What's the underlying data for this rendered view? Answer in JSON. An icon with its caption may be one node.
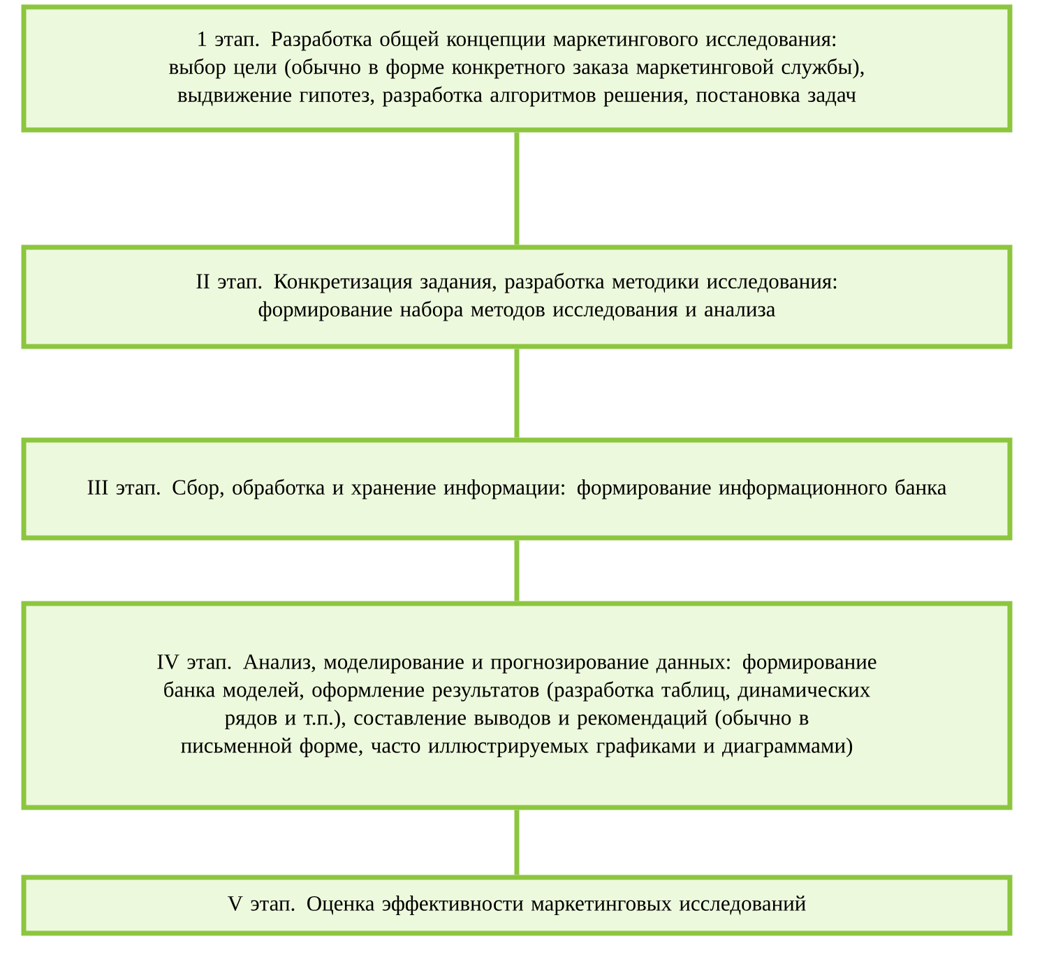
{
  "diagram": {
    "nodes": [
      {
        "text": [
          "1 этап. Разработка общей концепции маркетингового исследования: выбор цели (обычно в форме конкретного заказа маркетинговой службы), выдвижение гипотез, разработка алгоритмов решения, постановка задач"
        ]
      },
      {
        "text": [
          "II этап. Конкретизация задания, разработка методики исследования: формирование набора методов исследования и анализа"
        ]
      },
      {
        "text": [
          "III  этап. Сбор, обработка и хранение информации: формирование информационного банка"
        ]
      },
      {
        "text": [
          "IV этап. Анализ, моделирование и прогнозирование данных: формирование банка моделей, оформление результатов (разработка таблиц, динамических рядов и т.п.), составление выводов и рекомендаций (обычно в письменной форме, часто иллюстрируемых графиками и диаграммами)"
        ]
      },
      {
        "text": [
          "V этап. Оценка эффективности маркетинговых исследований"
        ]
      }
    ],
    "edges": [
      {
        "from": 0,
        "to": 1,
        "arrow": "none"
      },
      {
        "from": 1,
        "to": 2,
        "arrow": "none"
      },
      {
        "from": 2,
        "to": 3,
        "arrow": "none"
      },
      {
        "from": 3,
        "to": 4,
        "arrow": "none"
      }
    ]
  }
}
